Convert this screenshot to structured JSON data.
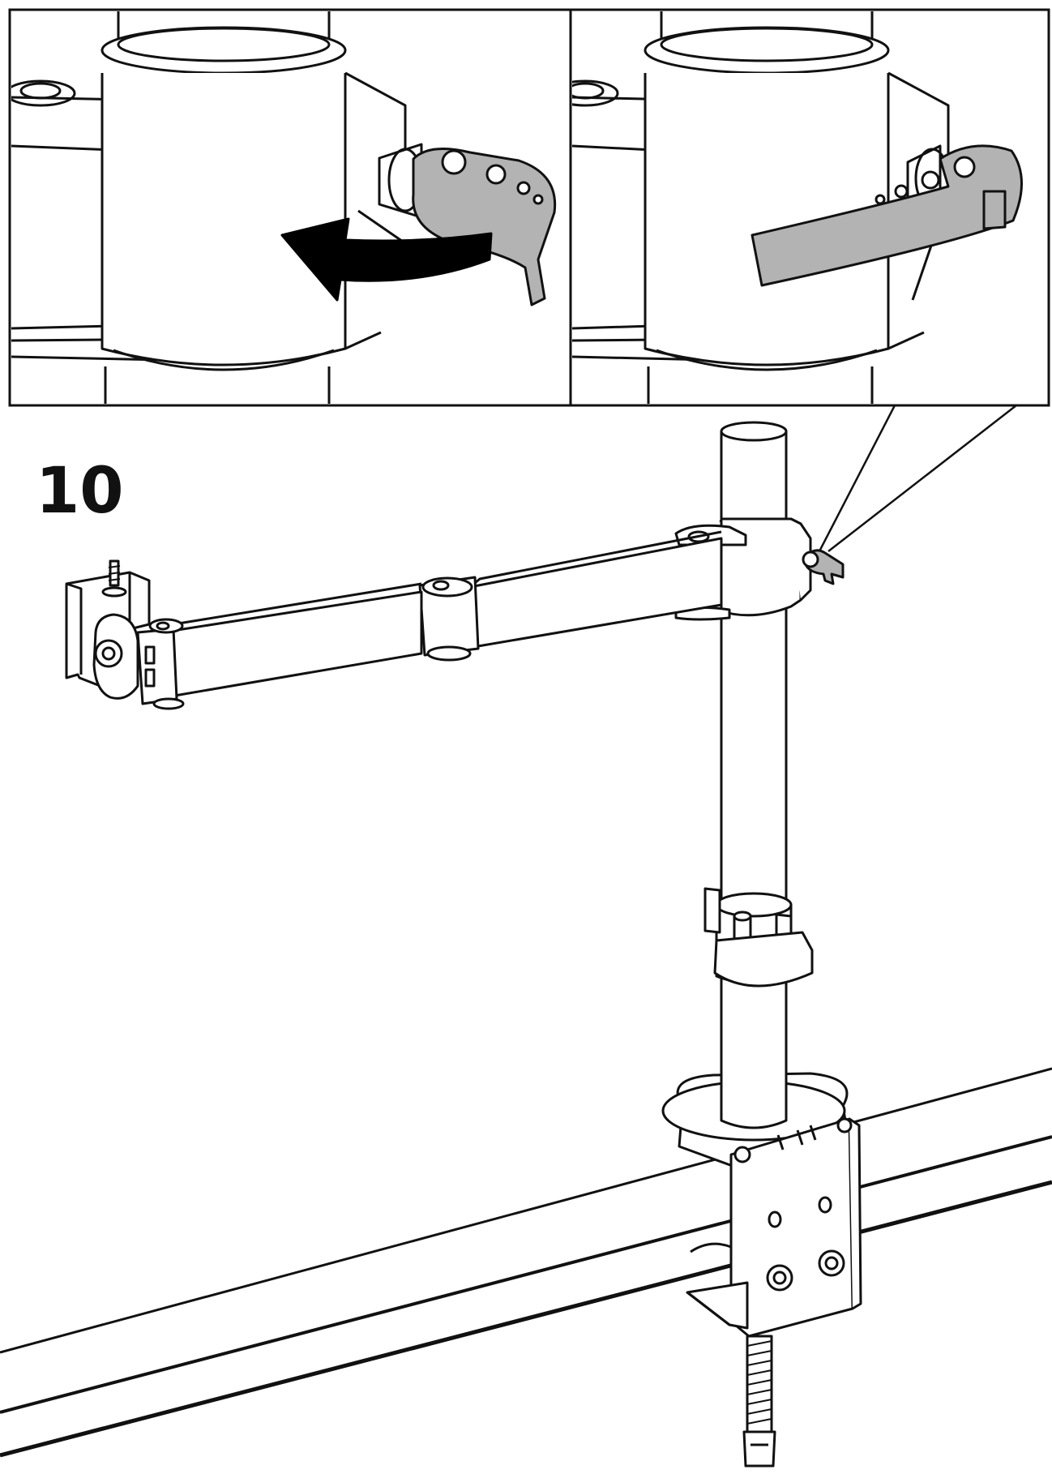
{
  "step": {
    "number": "10"
  },
  "colors": {
    "ink": "#111111",
    "paper": "#ffffff",
    "lever": "#b3b3b3",
    "arrow": "#000000"
  },
  "panels": [
    {
      "id": "left",
      "lever_state": "closed",
      "arrow_icon": "curved-arrow-rotate-icon"
    },
    {
      "id": "right",
      "lever_state": "open"
    }
  ]
}
